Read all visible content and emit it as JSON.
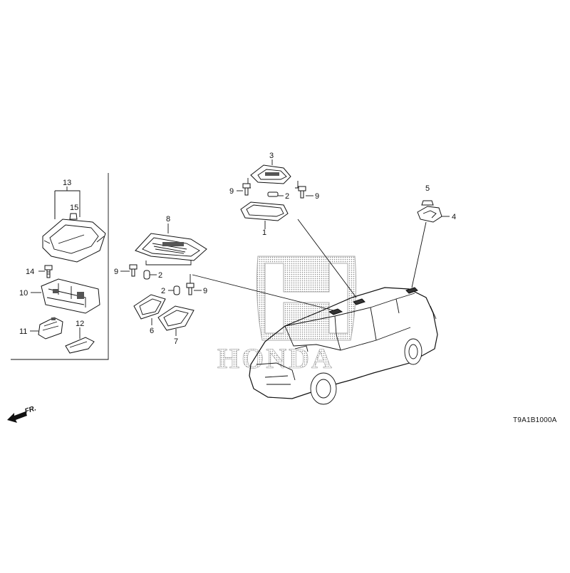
{
  "diagram": {
    "brand_watermark": "HONDA",
    "diagram_code": "T9A1B1000A",
    "direction_label": "FR.",
    "callouts": [
      {
        "id": "c1",
        "label": "1"
      },
      {
        "id": "c2a",
        "label": "2"
      },
      {
        "id": "c2b",
        "label": "2"
      },
      {
        "id": "c2c",
        "label": "2"
      },
      {
        "id": "c3",
        "label": "3"
      },
      {
        "id": "c4",
        "label": "4"
      },
      {
        "id": "c5",
        "label": "5"
      },
      {
        "id": "c6",
        "label": "6"
      },
      {
        "id": "c7",
        "label": "7"
      },
      {
        "id": "c8",
        "label": "8"
      },
      {
        "id": "c9a",
        "label": "9"
      },
      {
        "id": "c9b",
        "label": "9"
      },
      {
        "id": "c9c",
        "label": "9"
      },
      {
        "id": "c9d",
        "label": "9"
      },
      {
        "id": "c10",
        "label": "10"
      },
      {
        "id": "c11",
        "label": "11"
      },
      {
        "id": "c12",
        "label": "12"
      },
      {
        "id": "c13",
        "label": "13"
      },
      {
        "id": "c14",
        "label": "14"
      },
      {
        "id": "c15",
        "label": "15"
      }
    ]
  }
}
